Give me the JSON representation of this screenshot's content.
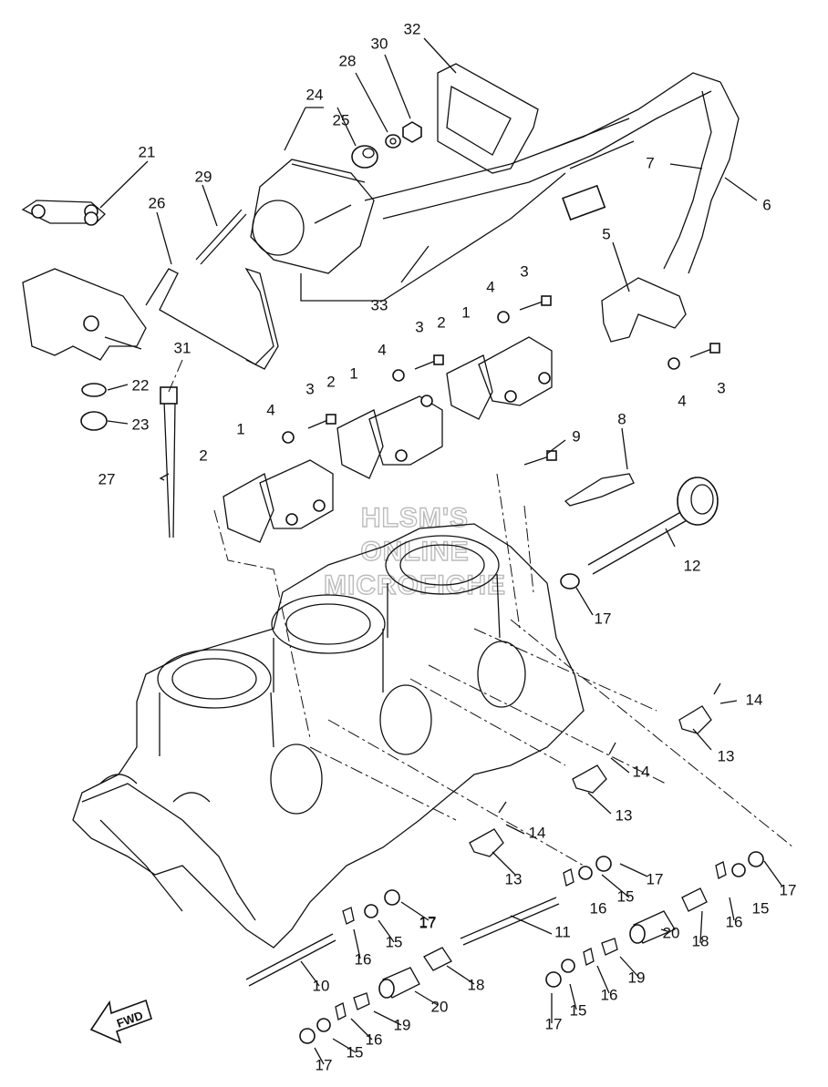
{
  "watermark": [
    "HLSM'S",
    "ONLINE",
    "MICROFICHE"
  ],
  "fwd_label": "FWD",
  "callouts": [
    {
      "id": "c32",
      "num": "32"
    },
    {
      "id": "c30",
      "num": "30"
    },
    {
      "id": "c28",
      "num": "28"
    },
    {
      "id": "c24",
      "num": "24"
    },
    {
      "id": "c25",
      "num": "25"
    },
    {
      "id": "c21",
      "num": "21"
    },
    {
      "id": "c29",
      "num": "29"
    },
    {
      "id": "c26",
      "num": "26"
    },
    {
      "id": "c7",
      "num": "7"
    },
    {
      "id": "c6",
      "num": "6"
    },
    {
      "id": "c5",
      "num": "5"
    },
    {
      "id": "c33",
      "num": "33"
    },
    {
      "id": "c3a",
      "num": "3"
    },
    {
      "id": "c4a",
      "num": "4"
    },
    {
      "id": "c2a",
      "num": "2"
    },
    {
      "id": "c1a",
      "num": "1"
    },
    {
      "id": "c3b",
      "num": "3"
    },
    {
      "id": "c4b",
      "num": "4"
    },
    {
      "id": "c2b",
      "num": "2"
    },
    {
      "id": "c1b",
      "num": "1"
    },
    {
      "id": "c3c",
      "num": "3"
    },
    {
      "id": "c4c",
      "num": "4"
    },
    {
      "id": "c1c",
      "num": "1"
    },
    {
      "id": "c2c",
      "num": "2"
    },
    {
      "id": "c31",
      "num": "31"
    },
    {
      "id": "c22",
      "num": "22"
    },
    {
      "id": "c23",
      "num": "23"
    },
    {
      "id": "c27",
      "num": "27"
    },
    {
      "id": "c4d",
      "num": "4"
    },
    {
      "id": "c3d",
      "num": "3"
    },
    {
      "id": "c9",
      "num": "9"
    },
    {
      "id": "c8",
      "num": "8"
    },
    {
      "id": "c12",
      "num": "12"
    },
    {
      "id": "c17a",
      "num": "17"
    },
    {
      "id": "c14a",
      "num": "14"
    },
    {
      "id": "c13a",
      "num": "13"
    },
    {
      "id": "c14b",
      "num": "14"
    },
    {
      "id": "c13b",
      "num": "13"
    },
    {
      "id": "c14c",
      "num": "14"
    },
    {
      "id": "c13c",
      "num": "13"
    },
    {
      "id": "c17b",
      "num": "17"
    },
    {
      "id": "c17c",
      "num": "17"
    },
    {
      "id": "c15a",
      "num": "15"
    },
    {
      "id": "c16a",
      "num": "16"
    },
    {
      "id": "c17d",
      "num": "17"
    },
    {
      "id": "c15b",
      "num": "15"
    },
    {
      "id": "c16b",
      "num": "16"
    },
    {
      "id": "c11",
      "num": "11"
    },
    {
      "id": "c18a",
      "num": "18"
    },
    {
      "id": "c20a",
      "num": "20"
    },
    {
      "id": "c16c",
      "num": "16"
    },
    {
      "id": "c15c",
      "num": "15"
    },
    {
      "id": "c17e",
      "num": "17"
    },
    {
      "id": "c10",
      "num": "10"
    },
    {
      "id": "c18b",
      "num": "18"
    },
    {
      "id": "c20b",
      "num": "20"
    },
    {
      "id": "c19a",
      "num": "19"
    },
    {
      "id": "c16d",
      "num": "16"
    },
    {
      "id": "c15d",
      "num": "15"
    },
    {
      "id": "c17f",
      "num": "17"
    },
    {
      "id": "c19b",
      "num": "19"
    },
    {
      "id": "c16e",
      "num": "16"
    },
    {
      "id": "c15e",
      "num": "15"
    },
    {
      "id": "c17g",
      "num": "17"
    }
  ]
}
